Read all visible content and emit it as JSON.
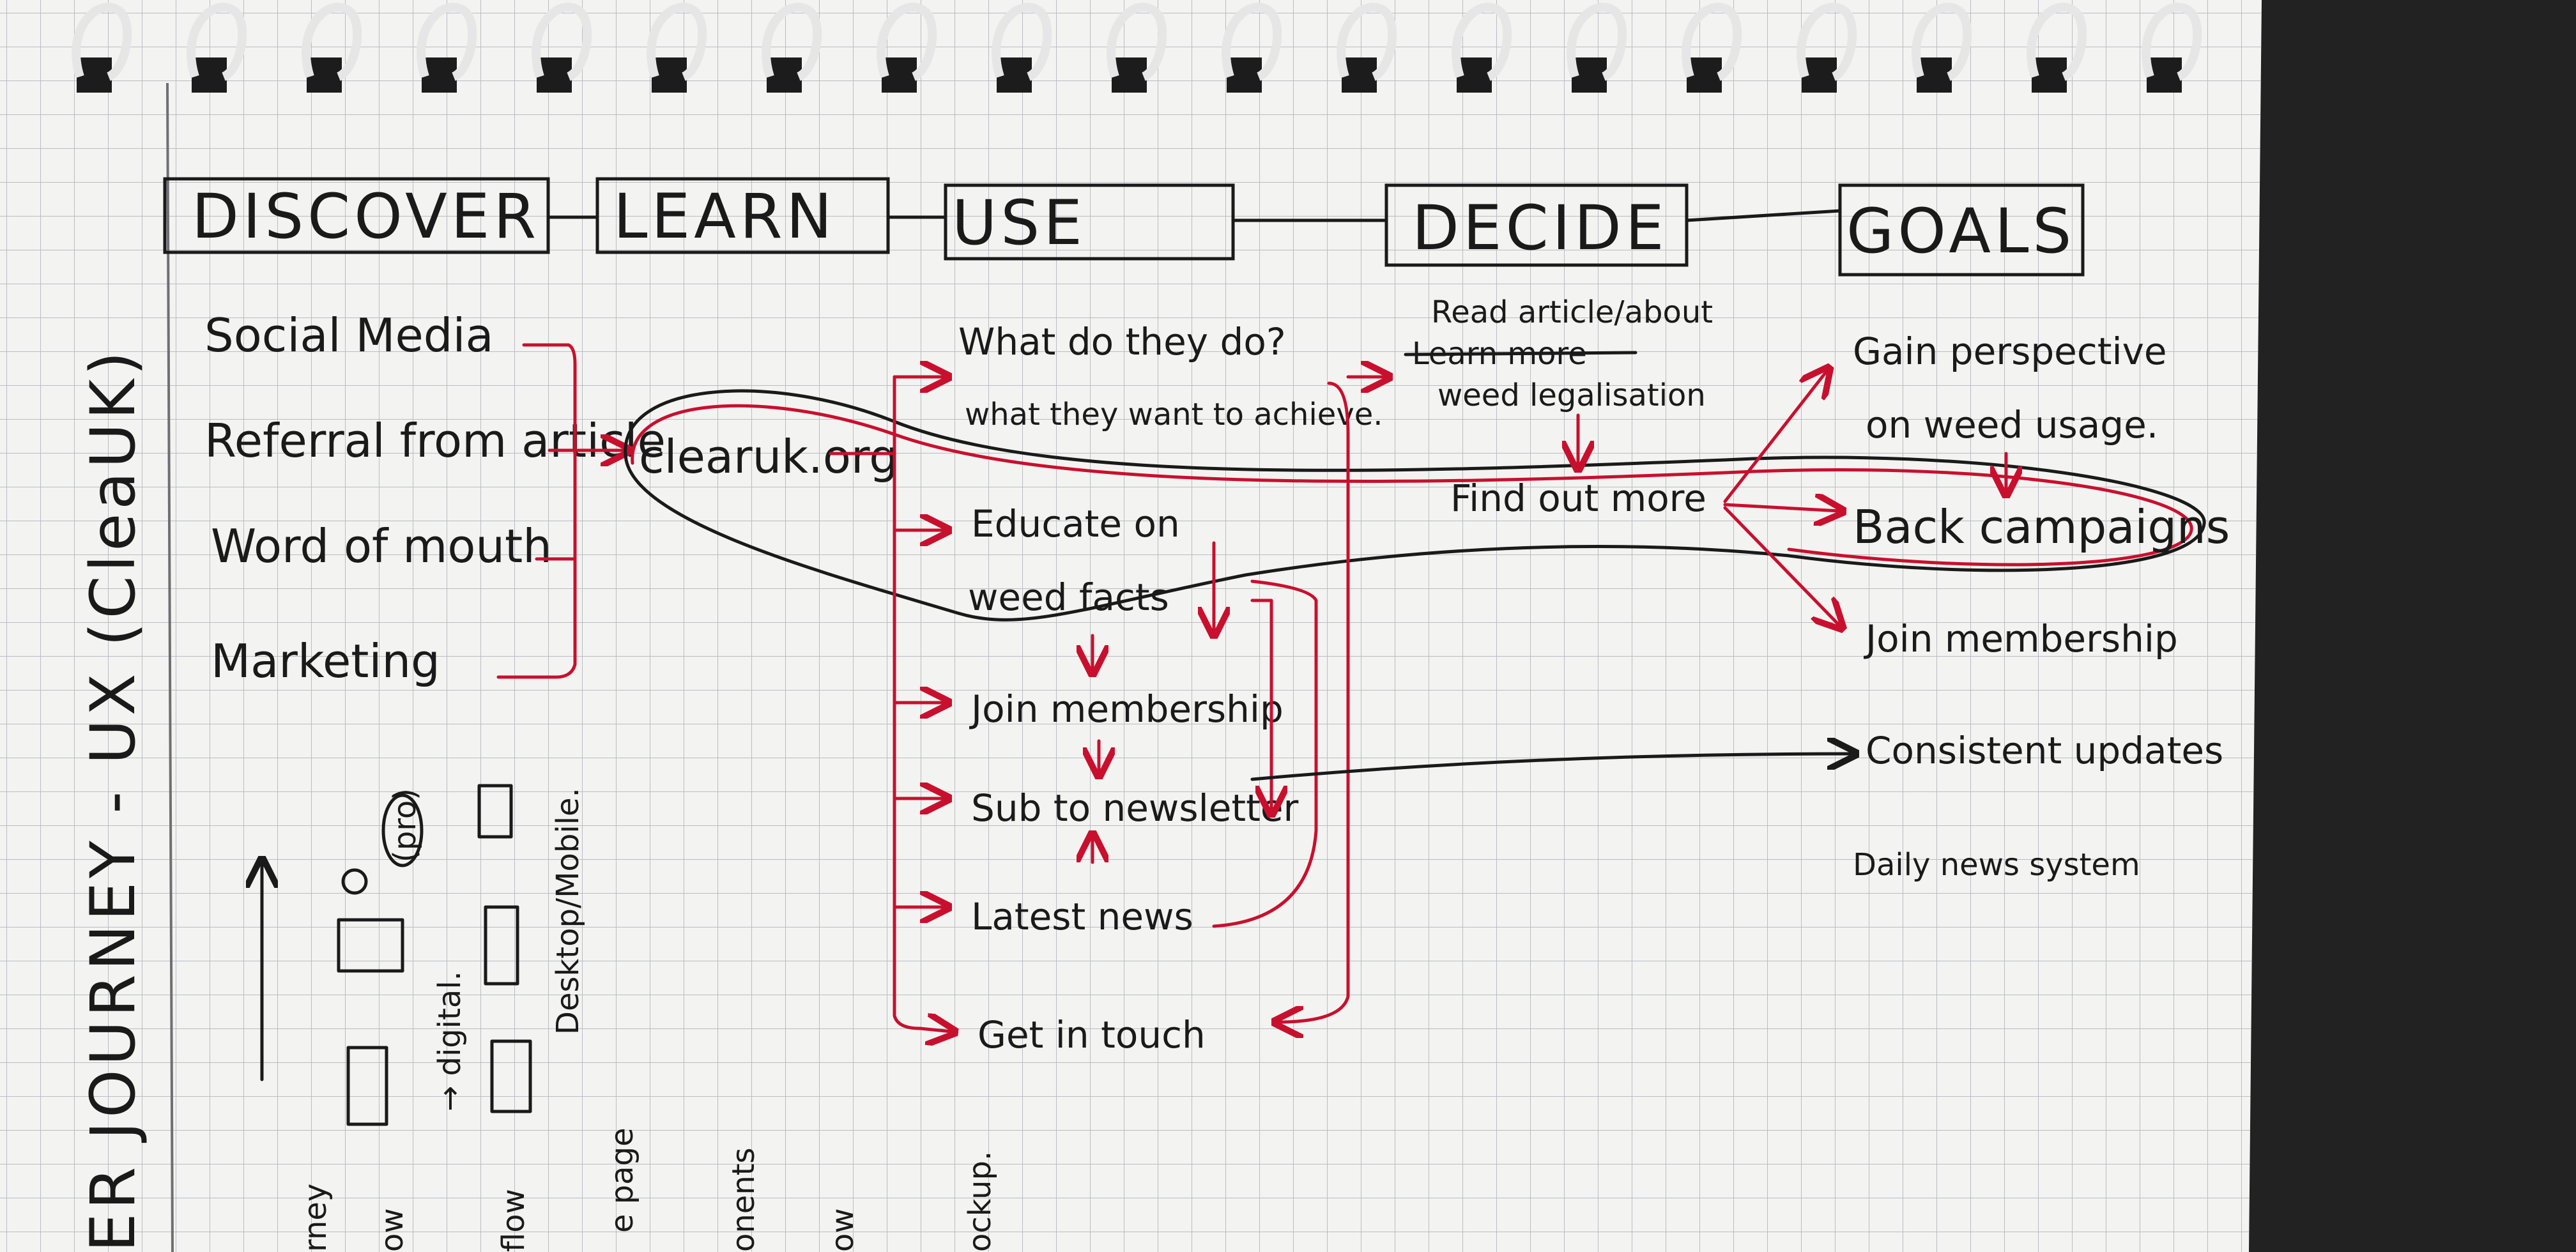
{
  "stages": [
    {
      "id": "discover",
      "label": "DISCOVER"
    },
    {
      "id": "learn",
      "label": "LEARN"
    },
    {
      "id": "use",
      "label": "USE"
    },
    {
      "id": "decide",
      "label": "DECIDE"
    },
    {
      "id": "goals",
      "label": "GOALS"
    }
  ],
  "side_title": "ER JOURNEY - UX (CleaUK)",
  "discover_items": [
    "Social Media",
    "Referral from article",
    "Word of mouth",
    "Marketing"
  ],
  "hub_label": "clearuk.org",
  "use_items": [
    "What do they do?",
    "what they want to achieve.",
    "Educate on",
    "weed facts",
    "Join membership",
    "Sub to newsletter",
    "Latest news",
    "Get in touch"
  ],
  "decide_items": {
    "read_line1": "Read article/about",
    "struck": "Learn more",
    "read_line2": "weed legalisation",
    "find_out_more": "Find out more"
  },
  "goal_items": [
    "Gain perspective",
    "on weed usage.",
    "Back campaigns",
    "Join membership",
    "Consistent updates",
    "Daily news system"
  ],
  "sketch_labels": {
    "digital": "→ digital.",
    "desktop_mobile": "Desktop/Mobile.",
    "pro": "(pro)"
  },
  "margin_fragments": [
    "rney",
    "ow",
    "flow",
    "e page",
    "onents",
    "ow",
    "ockup."
  ],
  "colors": {
    "ink": "#1a1a1a",
    "red_pen": "#c8102e",
    "paper": "#f4f4f2",
    "grid": "#b9bcc2"
  }
}
